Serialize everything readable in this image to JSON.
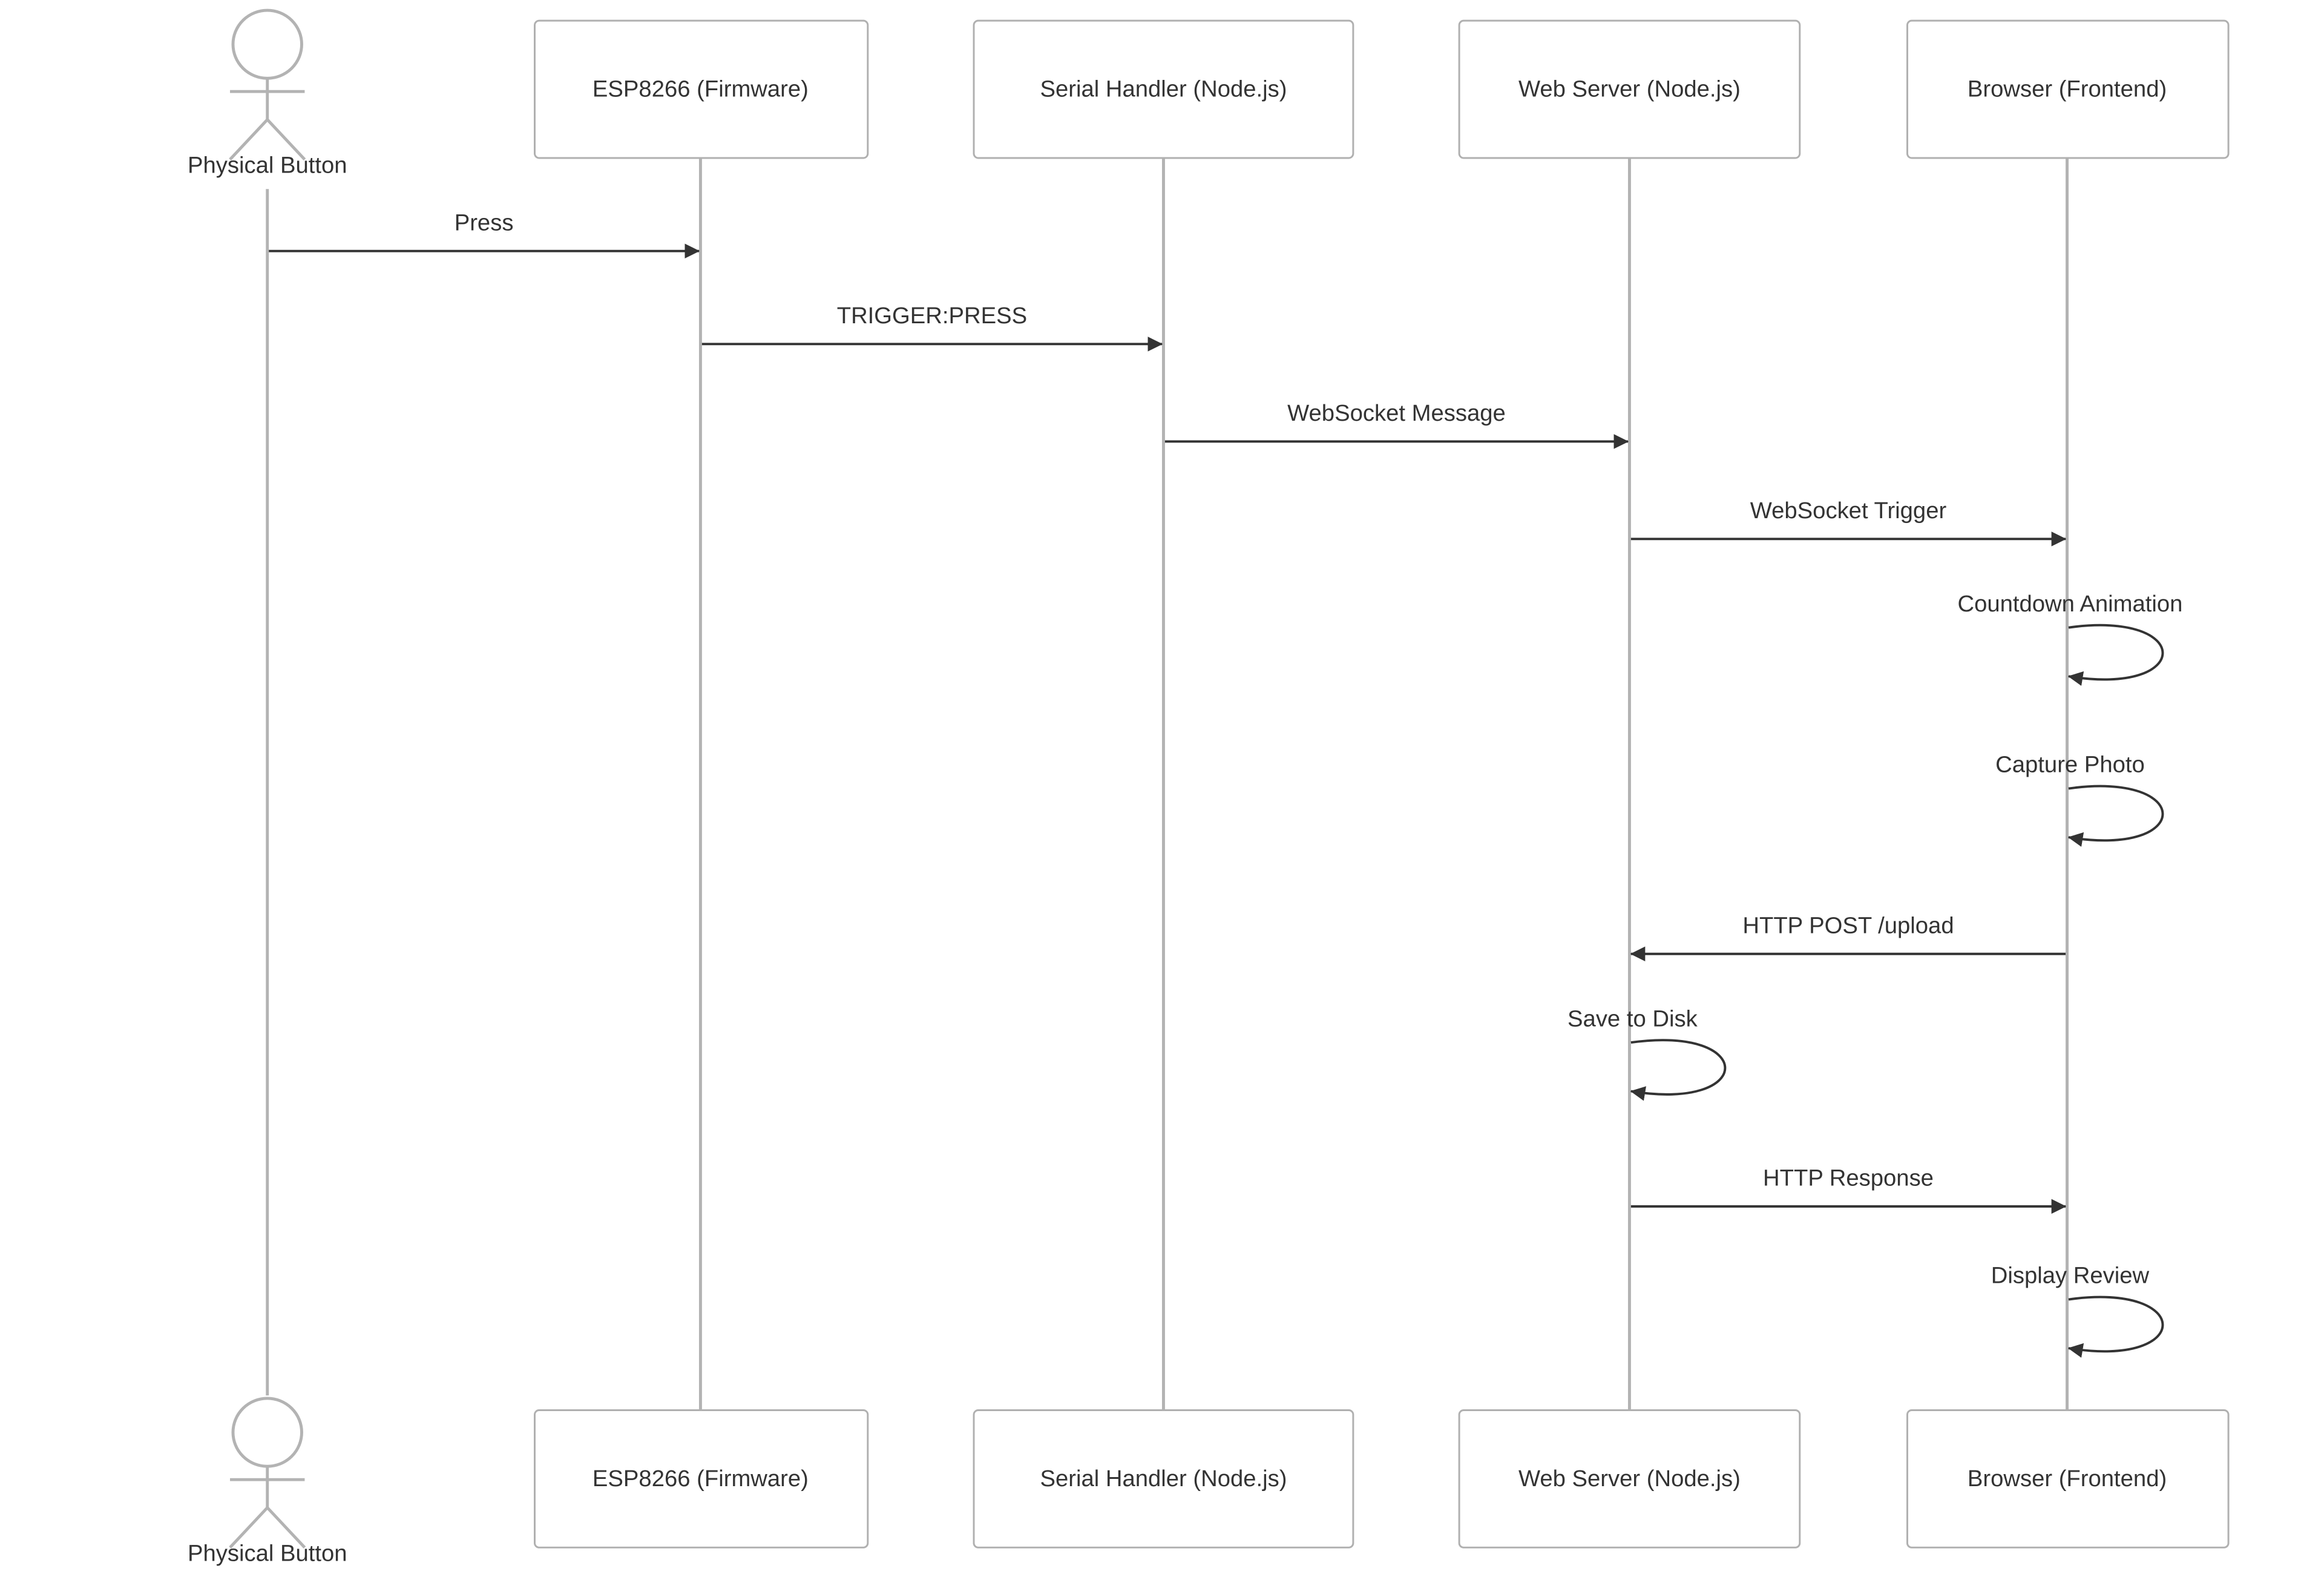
{
  "participants": [
    {
      "id": "button",
      "label": "Physical Button",
      "kind": "actor"
    },
    {
      "id": "esp",
      "label": "ESP8266 (Firmware)",
      "kind": "participant"
    },
    {
      "id": "serial",
      "label": "Serial Handler (Node.js)",
      "kind": "participant"
    },
    {
      "id": "server",
      "label": "Web Server (Node.js)",
      "kind": "participant"
    },
    {
      "id": "browser",
      "label": "Browser (Frontend)",
      "kind": "participant"
    }
  ],
  "messages": [
    {
      "from": "button",
      "to": "esp",
      "label": "Press"
    },
    {
      "from": "esp",
      "to": "serial",
      "label": "TRIGGER:PRESS"
    },
    {
      "from": "serial",
      "to": "server",
      "label": "WebSocket Message"
    },
    {
      "from": "server",
      "to": "browser",
      "label": "WebSocket Trigger"
    },
    {
      "from": "browser",
      "to": "browser",
      "label": "Countdown Animation"
    },
    {
      "from": "browser",
      "to": "browser",
      "label": "Capture Photo"
    },
    {
      "from": "browser",
      "to": "server",
      "label": "HTTP POST /upload"
    },
    {
      "from": "server",
      "to": "server",
      "label": "Save to Disk"
    },
    {
      "from": "server",
      "to": "browser",
      "label": "HTTP Response"
    },
    {
      "from": "browser",
      "to": "browser",
      "label": "Display Review"
    }
  ],
  "colors": {
    "lifeline": "#b3b3b3",
    "box_border": "#b0b0b0",
    "arrow": "#333333",
    "text": "#333333"
  }
}
